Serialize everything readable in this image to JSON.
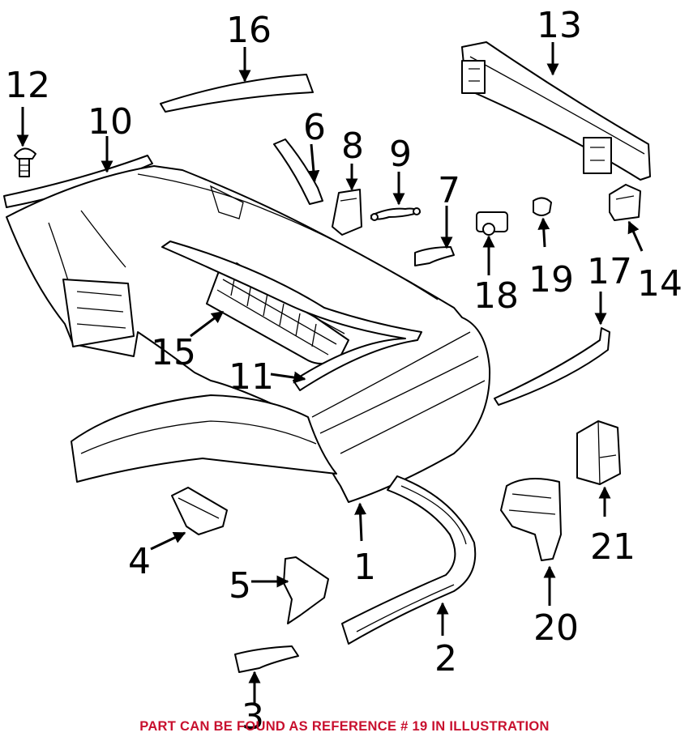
{
  "colors": {
    "caption": "#c8102e",
    "line": "#000000",
    "background": "#ffffff"
  },
  "callouts": [
    {
      "ref": "1"
    },
    {
      "ref": "2"
    },
    {
      "ref": "3"
    },
    {
      "ref": "4"
    },
    {
      "ref": "5"
    },
    {
      "ref": "6"
    },
    {
      "ref": "7"
    },
    {
      "ref": "8"
    },
    {
      "ref": "9"
    },
    {
      "ref": "10"
    },
    {
      "ref": "11"
    },
    {
      "ref": "12"
    },
    {
      "ref": "13"
    },
    {
      "ref": "14"
    },
    {
      "ref": "15"
    },
    {
      "ref": "16"
    },
    {
      "ref": "17"
    },
    {
      "ref": "18"
    },
    {
      "ref": "19"
    },
    {
      "ref": "20"
    },
    {
      "ref": "21"
    }
  ],
  "caption": "PART CAN BE FOUND AS REFERENCE # 19 IN ILLUSTRATION"
}
